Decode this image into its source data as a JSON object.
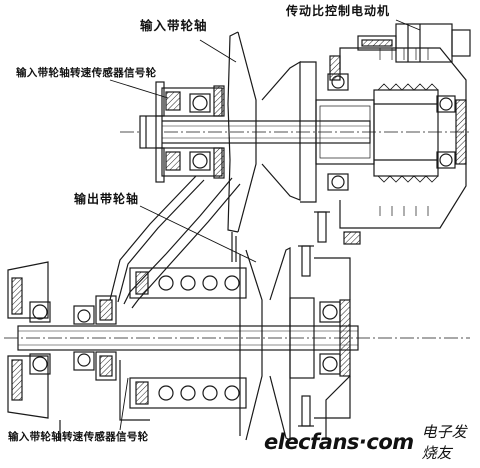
{
  "labels": {
    "input_pulley_shaft": "输入带轮轴",
    "ratio_control_motor": "传动比控制电动机",
    "input_speed_sensor_top": "输入带轮轴转速传感器信号轮",
    "output_pulley_shaft": "输出带轮轴",
    "input_speed_sensor_bottom": "输入带轮轴转速传感器信号轮"
  },
  "watermark": {
    "site": "elecfans·com",
    "name": "电子发烧友"
  }
}
